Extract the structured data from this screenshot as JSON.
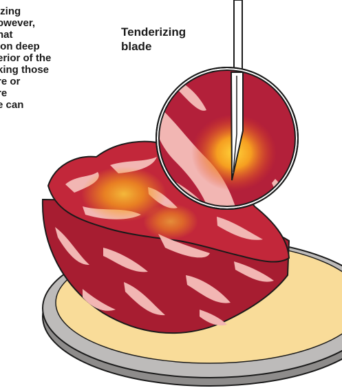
{
  "caption": {
    "lines": [
      "izing",
      "owever,",
      "hat",
      "ion deep",
      "erior of the",
      "king those",
      "re or",
      "re",
      "e can"
    ]
  },
  "blade_label": {
    "lines": [
      "Tenderizing",
      "blade"
    ]
  },
  "colors": {
    "meat": "#c2273a",
    "meat_dark": "#7c1726",
    "fat": "#f2b6b3",
    "bacteria_glow": "#f7a21a",
    "plate_top": "#f9dc99",
    "plate_rim": "#b8b6b5",
    "blade": "#ffffff",
    "outline": "#1a1a1a"
  }
}
